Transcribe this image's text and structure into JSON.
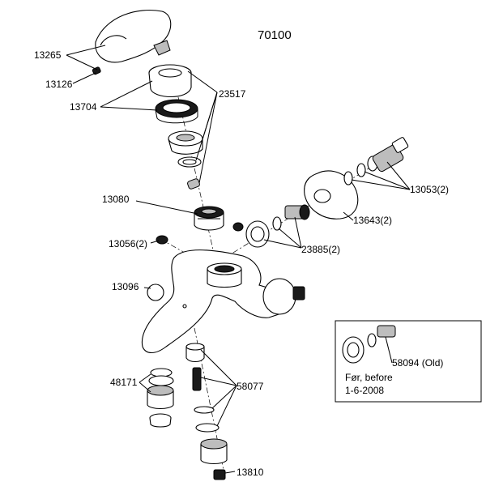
{
  "title": "70100",
  "labels": {
    "p13265": "13265",
    "p13126": "13126",
    "p13704": "13704",
    "p23517": "23517",
    "p13080": "13080",
    "p13056": "13056(2)",
    "p13096": "13096",
    "p48171": "48171",
    "p58077": "58077",
    "p13810": "13810",
    "p13053": "13053(2)",
    "p13643": "13643(2)",
    "p23885": "23885(2)"
  },
  "inset": {
    "part": "58094 (Old)",
    "note_line1": "Før, before",
    "note_line2": "1-6-2008"
  }
}
